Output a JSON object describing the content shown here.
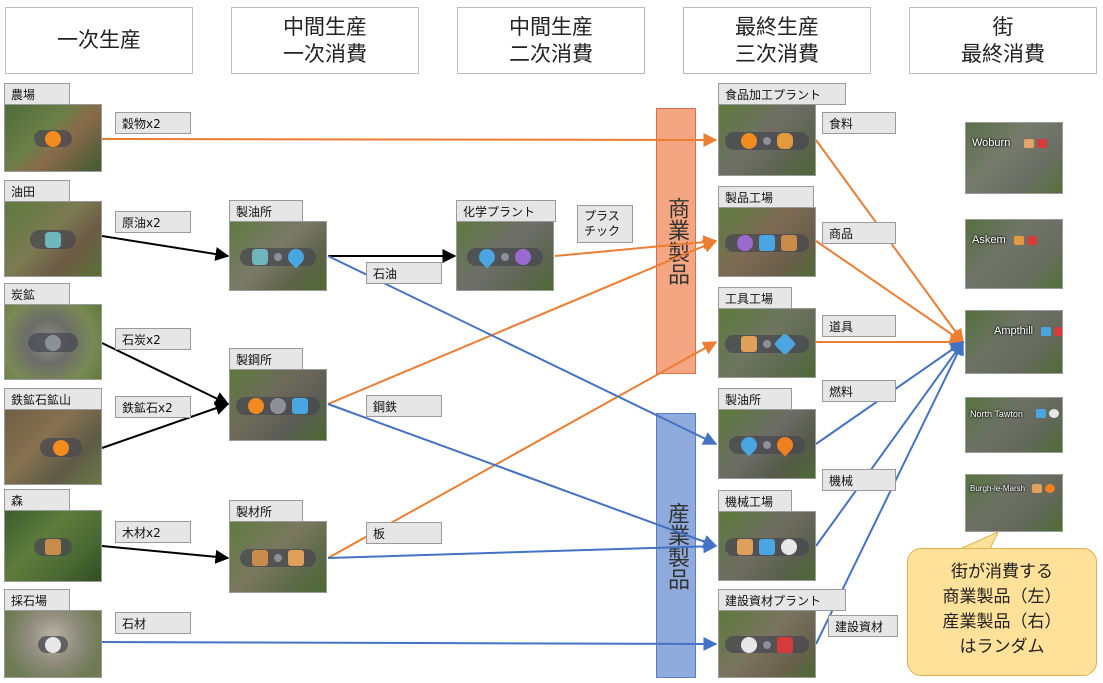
{
  "stages": [
    {
      "label": "一次生産"
    },
    {
      "label": "中間生産\n一次消費"
    },
    {
      "label": "中間生産\n二次消費"
    },
    {
      "label": "最終生産\n三次消費"
    },
    {
      "label": "街\n最終消費"
    }
  ],
  "primary": [
    {
      "name": "農場",
      "output": "穀物x2"
    },
    {
      "name": "油田",
      "output": "原油x2"
    },
    {
      "name": "炭鉱",
      "output": "石炭x2"
    },
    {
      "name": "鉄鉱石鉱山",
      "output": "鉄鉱石x2"
    },
    {
      "name": "森",
      "output": "木材x2"
    },
    {
      "name": "採石場",
      "output": "石材"
    }
  ],
  "intermediate1": [
    {
      "name": "製油所",
      "output": "石油"
    },
    {
      "name": "製鋼所",
      "output": "鋼鉄"
    },
    {
      "name": "製材所",
      "output": "板"
    }
  ],
  "intermediate2": [
    {
      "name": "化学プラント",
      "output": "プラス\nチック"
    }
  ],
  "final": [
    {
      "name": "食品加工プラント",
      "output": "食料"
    },
    {
      "name": "製品工場",
      "output": "商品"
    },
    {
      "name": "工具工場",
      "output": "道具"
    },
    {
      "name": "製油所",
      "output": "燃料"
    },
    {
      "name": "機械工場",
      "output": "機械"
    },
    {
      "name": "建設資材プラント",
      "output": "建設資材"
    }
  ],
  "categories": {
    "commercial": "商業製品",
    "industrial": "産業製品"
  },
  "towns": [
    {
      "name": "Woburn"
    },
    {
      "name": "Askem"
    },
    {
      "name": "Ampthill"
    },
    {
      "name": "North Tawton"
    },
    {
      "name": "Burgh-le-Marsh"
    }
  ],
  "note": "街が消費する\n商業製品（左）\n産業製品（右）\nはランダム",
  "colors": {
    "orange": "#ed7d31",
    "blue": "#4472c4",
    "black": "#000000",
    "commercial_bar": "#f4a582",
    "industrial_bar": "#8faadc",
    "callout": "#ffe199"
  }
}
